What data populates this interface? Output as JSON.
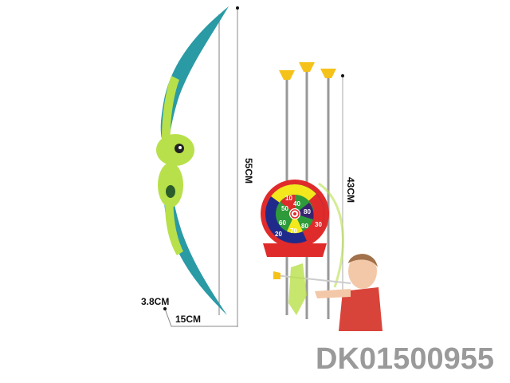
{
  "dimensions": {
    "bow_height": "55CM",
    "arrow_length": "43CM",
    "grip_width": "3.8CM",
    "tip_width": "15CM"
  },
  "target": {
    "outer_scores": [
      "10",
      "30",
      "20"
    ],
    "inner_scores": [
      "50",
      "40",
      "80",
      "80",
      "70",
      "60"
    ]
  },
  "product_code": "DK01500955",
  "colors": {
    "bow_limb": "#2a9aa5",
    "bow_grip": "#b8e04a",
    "arrow_tip": "#f5c21a",
    "target_rim": "#e02b2b",
    "code_text": "#9a9a9a"
  }
}
